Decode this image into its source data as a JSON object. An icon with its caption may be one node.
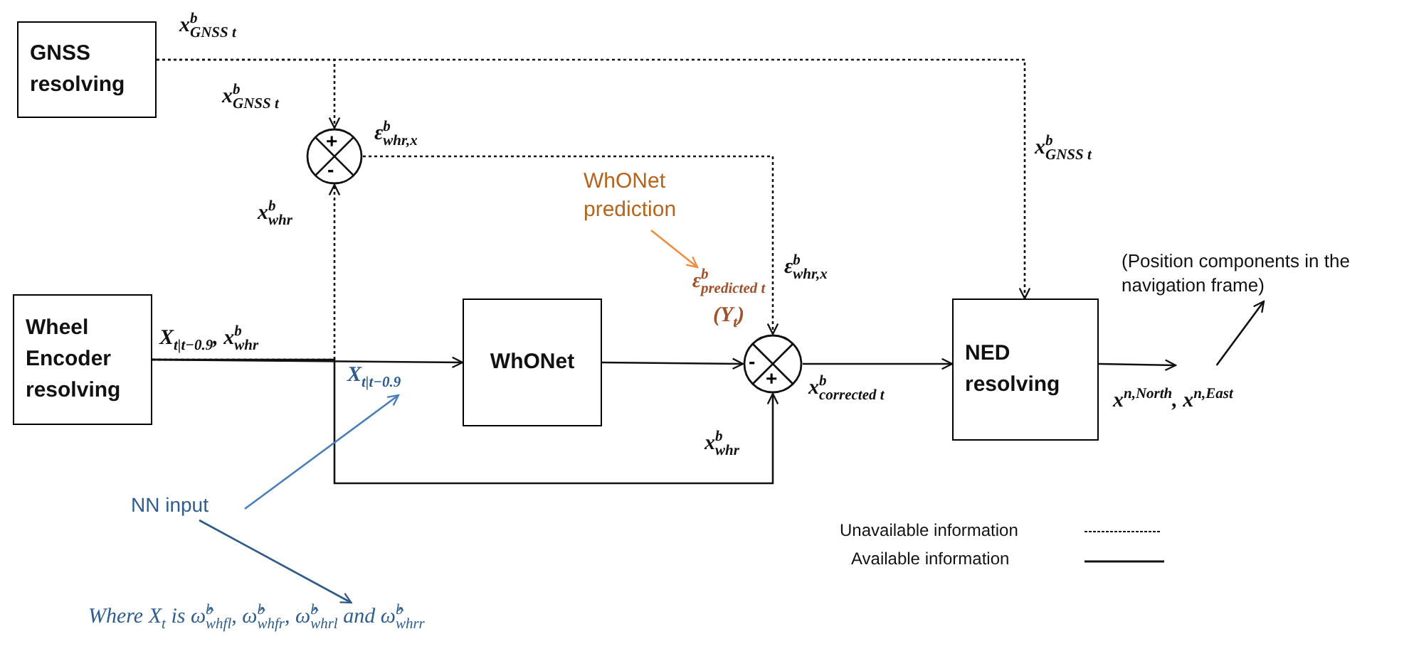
{
  "diagram": {
    "nodes": [
      {
        "text": [
          "GNSS resolving"
        ]
      },
      {
        "text": [
          "+",
          "-"
        ]
      },
      {
        "text": [
          "Wheel Encoder resolving"
        ]
      },
      {
        "text": [
          "WhONet"
        ]
      },
      {
        "text": [
          "-",
          "+"
        ]
      },
      {
        "text": [
          "NED resolving"
        ]
      },
      {
        "text": [
          "x$^{n,North}$, x$^{n,East}$"
        ]
      },
      {
        "text": [
          "(Position components in the navigation frame)"
        ]
      },
      {
        "text": [
          "NN input"
        ]
      },
      {
        "text": [
          "Where *X*$_{t}$ is *ω̂*$^{b}$$_{whfl}$, *ω̂*$^{b}$$_{whfr}$, *ω̂*$^{b}$$_{whrl}$ and *ω̂*$^{b}$$_{whrr}$"
        ]
      },
      {
        "text": [
          "**X**$_{t|t−0.9}$"
        ]
      },
      {
        "text": [
          "WhONet prediction"
        ]
      },
      {
        "text": [
          "ε$^{b}$$_{predicted t}$",
          "(Y$_{t}$)"
        ]
      }
    ],
    "edges": [
      {
        "from": 0,
        "to": 1,
        "arrow": "to",
        "style": "dashed",
        "label": "x$^{b}$$_{GNSS t}$"
      },
      {
        "from": 0,
        "to": 5,
        "arrow": "to",
        "style": "dashed",
        "label": "x$^{b}$$_{GNSS t}$"
      },
      {
        "from": 2,
        "to": 3,
        "arrow": "to",
        "label": "X$_{t|t−0.9}$, x$^{b}$$_{whr}$"
      },
      {
        "from": 2,
        "to": 1,
        "arrow": "to",
        "style": "dashed",
        "label": "x$^{b}$$_{whr}$"
      },
      {
        "from": 2,
        "to": 4,
        "arrow": "to",
        "label": "x$^{b}$$_{whr}$"
      },
      {
        "from": 3,
        "to": 4,
        "arrow": "to"
      },
      {
        "from": 1,
        "to": 4,
        "arrow": "to",
        "style": "dashed",
        "label": "ε$^{b}$$_{whr,x}$"
      },
      {
        "from": 4,
        "to": 5,
        "arrow": "to",
        "label": "x$^{b}$$_{corrected t}$"
      },
      {
        "from": 5,
        "to": 6,
        "arrow": "to"
      },
      {
        "from": 6,
        "to": 7,
        "arrow": "to"
      },
      {
        "from": 8,
        "to": 10,
        "arrow": "to",
        "color": "#4a7ebb"
      },
      {
        "from": 8,
        "to": 9,
        "arrow": "to",
        "color": "#2e5a88"
      },
      {
        "from": 11,
        "to": 12,
        "arrow": "to",
        "color": "#f28c3c"
      }
    ],
    "labels": [
      "x$^{b}$$_{GNSS t}$",
      "ε$^{b}$$_{whr,x}$"
    ],
    "legend": [
      {
        "text": "Unavailable information"
      },
      {
        "text": "Available information"
      }
    ]
  }
}
